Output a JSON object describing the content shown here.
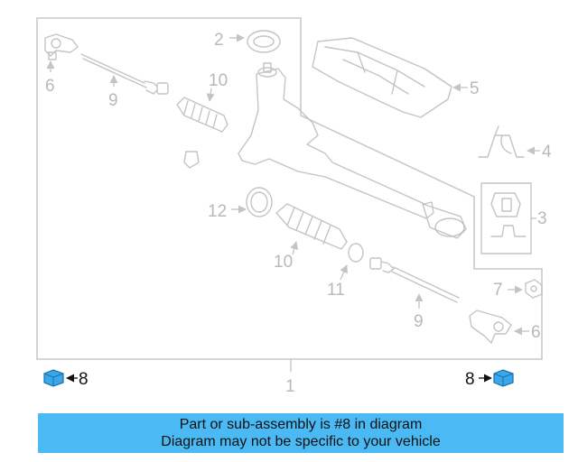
{
  "callouts": {
    "c1": "1",
    "c2": "2",
    "c3": "3",
    "c4": "4",
    "c5": "5",
    "c6_top": "6",
    "c6_bottom": "6",
    "c7": "7",
    "c8_left": "8",
    "c8_right": "8",
    "c9_top": "9",
    "c9_bottom": "9",
    "c10_top": "10",
    "c10_bottom": "10",
    "c11": "11",
    "c12": "12"
  },
  "highlight_part": "8",
  "colors": {
    "highlight_part": "#3aa8e8",
    "notice_background": "#4ab9f4",
    "line_art": "#c4c4c4",
    "callout_text": "#b9b9b9"
  },
  "notice": {
    "line1": "Part or sub-assembly is #8 in diagram",
    "line2": "Diagram may not be specific to your vehicle"
  }
}
